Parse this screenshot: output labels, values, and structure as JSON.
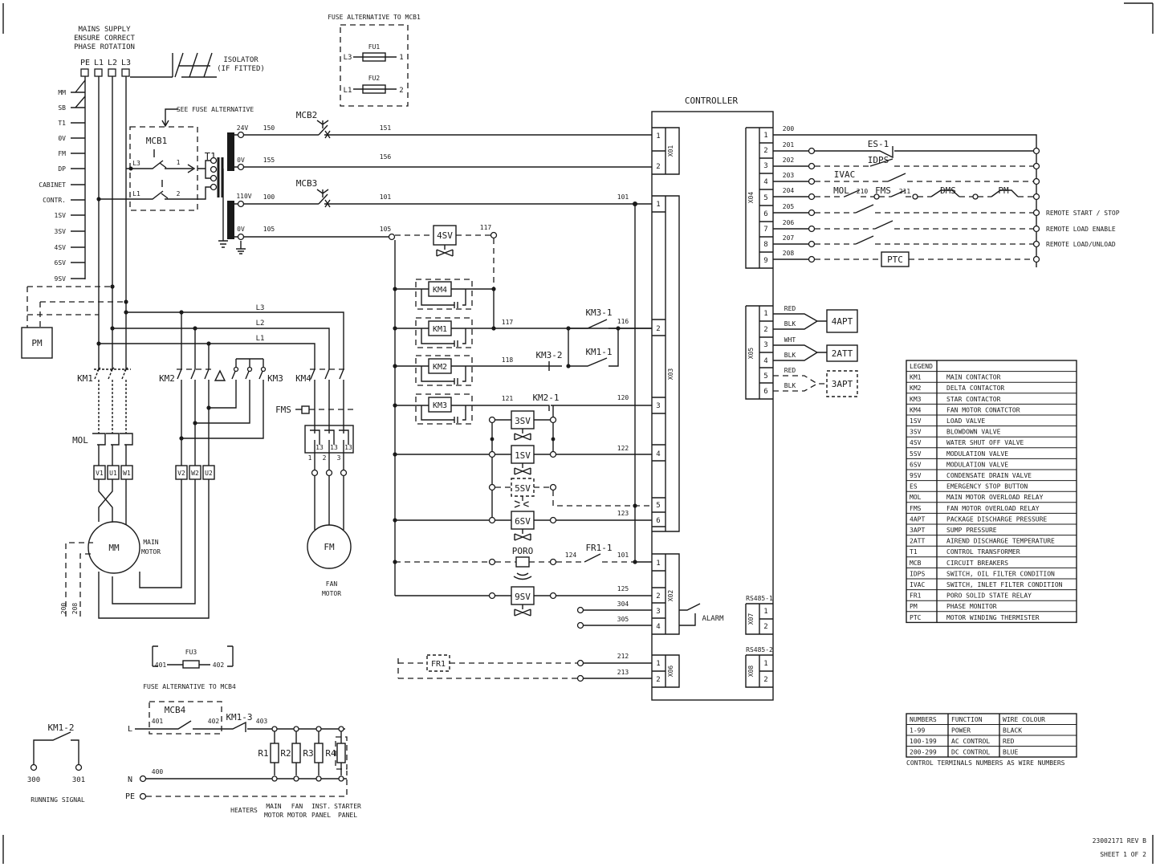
{
  "supply": {
    "title_lines": [
      "MAINS SUPPLY",
      "ENSURE CORRECT",
      "PHASE ROTATION"
    ],
    "phases": [
      "PE",
      "L1",
      "L2",
      "L3"
    ],
    "isolator": [
      "ISOLATOR",
      "(IF FITTED)"
    ]
  },
  "left_labels": [
    "MM",
    "SB",
    "T1",
    "0V",
    "FM",
    "DP",
    "CABINET",
    "CONTR.",
    "1SV",
    "3SV",
    "4SV",
    "6SV",
    "9SV"
  ],
  "fuse_alt_mcb1": {
    "title": "FUSE ALTERNATIVE TO MCB1",
    "fu1": "FU1",
    "fu2": "FU2",
    "l3": "L3",
    "l1": "L1",
    "n1": "1",
    "n2": "2"
  },
  "mcb1": {
    "note": "SEE FUSE ALTERNATIVE",
    "label": "MCB1",
    "l3": "L3",
    "l1": "L1",
    "n1": "1",
    "n2": "2",
    "t1": "T1"
  },
  "transformer": {
    "v24": "24V",
    "v0a": "0V",
    "v110": "110V",
    "v0b": "0V"
  },
  "wires": {
    "w150": "150",
    "w151": "151",
    "w155": "155",
    "w156": "156",
    "w100": "100",
    "w101a": "101",
    "w101b": "101",
    "w105a": "105",
    "w105b": "105",
    "w117a": "117",
    "w117b": "117",
    "w116": "116",
    "w118": "118",
    "w121": "121",
    "w120": "120",
    "w122": "122",
    "w123": "123",
    "w124": "124",
    "w101c": "101",
    "w125": "125",
    "w304": "304",
    "w305": "305",
    "w212": "212",
    "w213": "213"
  },
  "devices": {
    "mcb2": "MCB2",
    "mcb3": "MCB3",
    "sv4": "4SV",
    "km4c": "KM4",
    "km1c": "KM1",
    "km2c": "KM2",
    "km3c": "KM3",
    "km3_1": "KM3-1",
    "km1_1": "KM1-1",
    "km3_2": "KM3-2",
    "km2_1": "KM2-1",
    "sv3": "3SV",
    "sv1": "1SV",
    "sv5": "5SV",
    "sv6": "6SV",
    "poro": "PORO",
    "fr1_1": "FR1-1",
    "sv9": "9SV",
    "fr1": "FR1",
    "alarm": "ALARM"
  },
  "controller": {
    "title": "CONTROLLER",
    "x01": "X01",
    "x03": "X03",
    "x02": "X02",
    "x06": "X06",
    "x04": "X04",
    "x05": "X05",
    "x07": "X07",
    "x08": "X08",
    "rs485_1": "RS485-1",
    "rs485_2": "RS485-2"
  },
  "x04_wires": [
    "200",
    "201",
    "202",
    "203",
    "204",
    "205",
    "206",
    "207",
    "208"
  ],
  "x04_devices": {
    "es1": "ES-1",
    "idps": "IDPS",
    "ivac": "IVAC",
    "mol": "MOL",
    "w210": "210",
    "fms": "FMS",
    "w211": "211",
    "dms": "DMS",
    "pm": "PM",
    "ptc": "PTC"
  },
  "remote": [
    "REMOTE START / STOP",
    "REMOTE LOAD ENABLE",
    "REMOTE LOAD/UNLOAD"
  ],
  "x05": {
    "red1": "RED",
    "blk1": "BLK",
    "wht": "WHT",
    "blk2": "BLK",
    "red2": "RED",
    "blk3": "BLK",
    "apt4": "4APT",
    "att2": "2ATT",
    "apt3": "3APT"
  },
  "power": {
    "l3": "L3",
    "l2": "L2",
    "l1": "L1",
    "pm": "PM",
    "km1": "KM1",
    "km2": "KM2",
    "km3": "KM3",
    "km4": "KM4",
    "mol": "MOL",
    "fms": "FMS",
    "v1": "V1",
    "u1": "U1",
    "w1": "W1",
    "v2": "V2",
    "w2": "W2",
    "u2": "U2",
    "t13a": "13",
    "t13b": "13",
    "t13c": "13",
    "n1": "1",
    "n2": "2",
    "n3": "3",
    "mm": "MM",
    "fm": "FM",
    "main_motor": [
      "MAIN",
      "MOTOR"
    ],
    "fan_motor": [
      "FAN",
      "MOTOR"
    ],
    "w200": "200",
    "w208": "208"
  },
  "heaters": {
    "fuse_alt": "FUSE ALTERNATIVE TO MCB4",
    "fu3": "FU3",
    "w401a": "401",
    "w402a": "402",
    "mcb4": "MCB4",
    "w401b": "401",
    "w402b": "402",
    "km1_3": "KM1-3",
    "w403": "403",
    "l": "L",
    "n": "N",
    "pe": "PE",
    "w400": "400",
    "r1": "R1",
    "r2": "R2",
    "r3": "R3",
    "r4": "R4",
    "heaters": "HEATERS",
    "main_motor": [
      "MAIN",
      "MOTOR"
    ],
    "fan_motor": [
      "FAN",
      "MOTOR"
    ],
    "inst_panel": [
      "INST.",
      "PANEL"
    ],
    "starter_panel": [
      "STARTER",
      "PANEL"
    ]
  },
  "running": {
    "km1_2": "KM1-2",
    "t300": "300",
    "t301": "301",
    "label": "RUNNING SIGNAL"
  },
  "legend": {
    "header": "LEGEND",
    "rows": [
      [
        "KM1",
        "MAIN CONTACTOR"
      ],
      [
        "KM2",
        "DELTA CONTACTOR"
      ],
      [
        "KM3",
        "STAR CONTACTOR"
      ],
      [
        "KM4",
        "FAN MOTOR CONATCTOR"
      ],
      [
        "1SV",
        "LOAD VALVE"
      ],
      [
        "3SV",
        "BLOWDOWN VALVE"
      ],
      [
        "4SV",
        "WATER SHUT OFF VALVE"
      ],
      [
        "5SV",
        "MODULATION VALVE"
      ],
      [
        "6SV",
        "MODULATION VALVE"
      ],
      [
        "9SV",
        "CONDENSATE DRAIN VALVE"
      ],
      [
        "ES",
        "EMERGENCY STOP BUTTON"
      ],
      [
        "MOL",
        "MAIN MOTOR OVERLOAD RELAY"
      ],
      [
        "FMS",
        "FAN MOTOR OVERLOAD RELAY"
      ],
      [
        "4APT",
        "PACKAGE DISCHARGE PRESSURE"
      ],
      [
        "3APT",
        "SUMP PRESSURE"
      ],
      [
        "2ATT",
        "AIREND DISCHARGE TEMPERATURE"
      ],
      [
        "T1",
        "CONTROL TRANSFORMER"
      ],
      [
        "MCB",
        "CIRCUIT BREAKERS"
      ],
      [
        "IDPS",
        "SWITCH, OIL FILTER CONDITION"
      ],
      [
        "IVAC",
        "SWITCH, INLET FILTER CONDITION"
      ],
      [
        "FR1",
        "PORO SOLID STATE RELAY"
      ],
      [
        "PM",
        "PHASE MONITOR"
      ],
      [
        "PTC",
        "MOTOR WINDING THERMISTER"
      ]
    ]
  },
  "wire_table": {
    "header": [
      "NUMBERS",
      "FUNCTION",
      "WIRE COLOUR"
    ],
    "rows": [
      [
        "1-99",
        "POWER",
        "BLACK"
      ],
      [
        "100-199",
        "AC CONTROL",
        "RED"
      ],
      [
        "200-299",
        "DC CONTROL",
        "BLUE"
      ]
    ],
    "note": "CONTROL TERMINALS NUMBERS AS WIRE NUMBERS"
  },
  "titleblock": {
    "drawing_no": "23002171 REV B",
    "sheet": "SHEET 1 OF 2"
  }
}
